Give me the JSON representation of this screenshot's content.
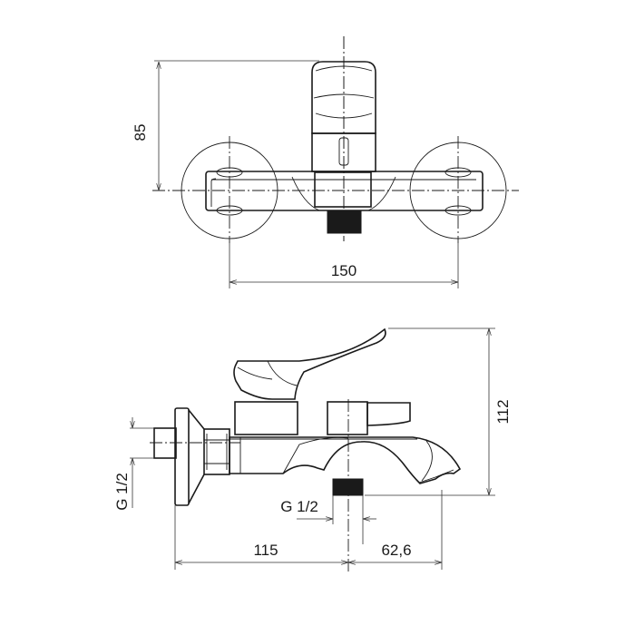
{
  "top_view": {
    "dim_height": "85",
    "dim_width": "150"
  },
  "side_view": {
    "dim_height": "112",
    "dim_inlet_thread": "G 1/2",
    "dim_outlet_thread": "G 1/2",
    "dim_wall_to_outlet": "115",
    "dim_outlet_to_spout": "62,6"
  }
}
